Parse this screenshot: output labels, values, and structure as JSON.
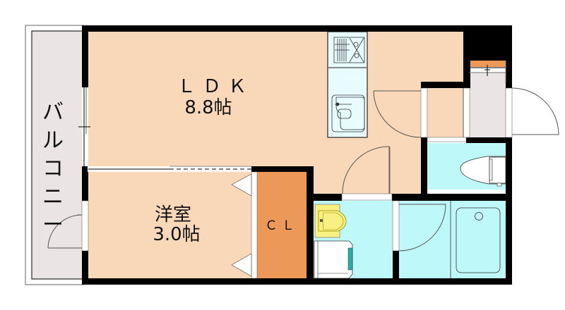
{
  "floorplan": {
    "rooms": {
      "ldk": {
        "name": "ＬＤＫ",
        "size": "8.8帖"
      },
      "western_room": {
        "name": "洋室",
        "size": "3.0帖"
      },
      "closet": {
        "name": "ＣＬ"
      },
      "balcony": {
        "name": "バルコニー"
      }
    },
    "colors": {
      "wall": "#000000",
      "room_floor": "#F8D8B8",
      "wet_area": "#BFF8F8",
      "balcony": "#EBE4E4",
      "closet": "#EB9858",
      "toilet_fixture": "#F8F080",
      "washer_accent": "#20B0B0",
      "shoe_box": "#EB9858"
    },
    "fixtures": [
      "gas-stove",
      "kitchen-sink",
      "toilet",
      "wash-basin",
      "washing-machine-pan",
      "bathtub",
      "shoe-cabinet"
    ]
  }
}
